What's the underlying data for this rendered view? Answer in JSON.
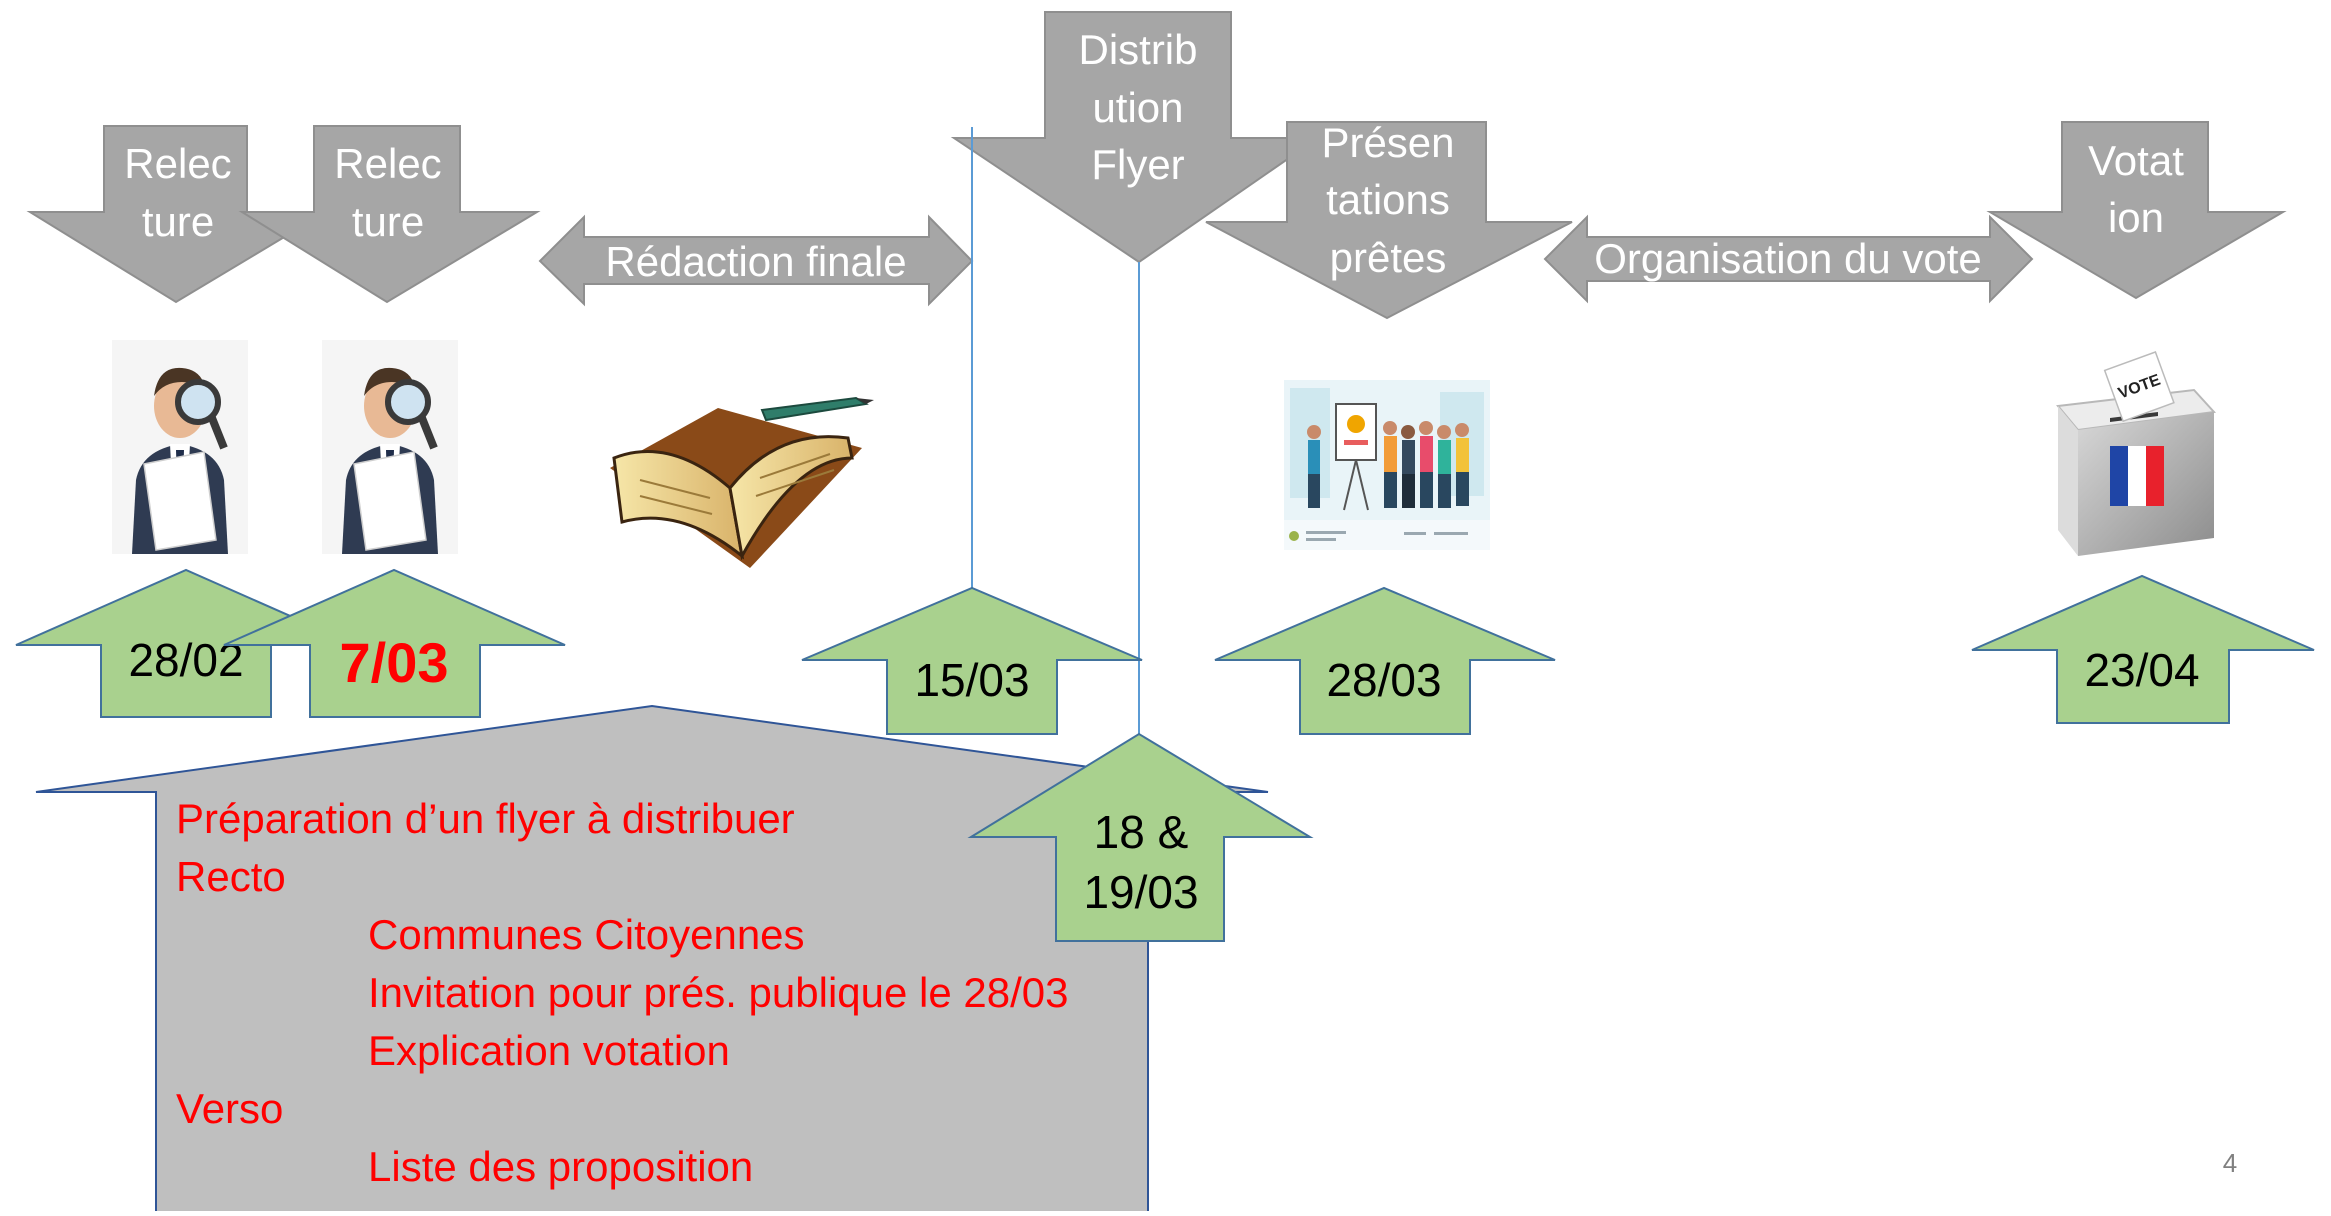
{
  "slide_number": "4",
  "down_arrows": [
    {
      "id": "relecture-1",
      "lines": [
        "Relec",
        "ture"
      ]
    },
    {
      "id": "relecture-2",
      "lines": [
        "Relec",
        "ture"
      ]
    },
    {
      "id": "distribution",
      "lines": [
        "Distrib",
        "ution",
        "Flyer"
      ]
    },
    {
      "id": "presentations",
      "lines": [
        "Présen",
        "tations",
        "prêtes"
      ]
    },
    {
      "id": "votation",
      "lines": [
        "Votat",
        "ion"
      ]
    }
  ],
  "spans": [
    {
      "id": "redaction",
      "label": "Rédaction finale"
    },
    {
      "id": "organisation",
      "label": "Organisation du vote"
    }
  ],
  "up_arrows": [
    {
      "id": "date-28-02",
      "lines": [
        "28/02"
      ],
      "emphasis": false
    },
    {
      "id": "date-7-03",
      "lines": [
        "7/03"
      ],
      "emphasis": true
    },
    {
      "id": "date-15-03",
      "lines": [
        "15/03"
      ],
      "emphasis": false
    },
    {
      "id": "date-18-19-03",
      "lines": [
        "18 &",
        "19/03"
      ],
      "emphasis": false
    },
    {
      "id": "date-28-03",
      "lines": [
        "28/03"
      ],
      "emphasis": false
    },
    {
      "id": "date-23-04",
      "lines": [
        "23/04"
      ],
      "emphasis": false
    }
  ],
  "illustrations": [
    {
      "id": "reader-man-1",
      "icon": "reader-with-magnifier-icon"
    },
    {
      "id": "reader-man-2",
      "icon": "reader-with-magnifier-icon"
    },
    {
      "id": "book-pen",
      "icon": "open-book-pen-icon"
    },
    {
      "id": "presentation-group",
      "icon": "presentation-group-icon"
    },
    {
      "id": "ballot-box",
      "icon": "ballot-box-icon",
      "label": "VOTE"
    }
  ],
  "callout": {
    "line1": "Préparation d’un flyer à distribuer",
    "line2": "Recto",
    "line3": "Communes Citoyennes",
    "line4": "Invitation pour prés. publique le 28/03",
    "line5": "Explication votation",
    "line6": "Verso",
    "line7": "Liste des proposition"
  },
  "colors": {
    "gray_arrow": "#a6a6a6",
    "gray_arrow_stroke": "#8f8f8f",
    "green_arrow": "#a9d18e",
    "green_arrow_stroke": "#41719c",
    "callout_fill": "#bfbfbf",
    "callout_stroke": "#2f5597",
    "callout_text": "#ff0000",
    "emphasis_text": "#ff0000",
    "guide_line": "#5b9bd5"
  }
}
